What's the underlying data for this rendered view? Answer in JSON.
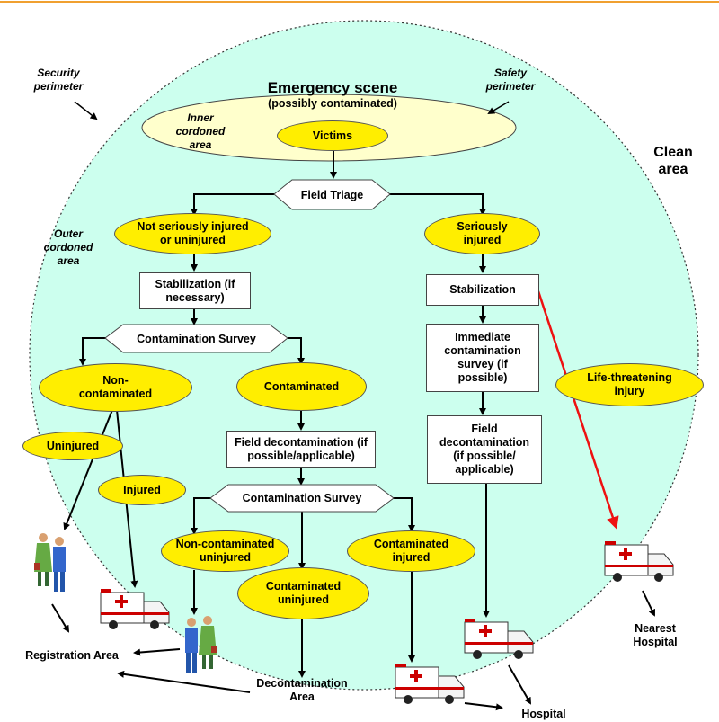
{
  "scene": {
    "title": "Emergency scene",
    "subtitle": "(possibly contaminated)",
    "inner_cordon": "Inner cordoned area",
    "outer_cordon": "Outer cordoned area",
    "security_perimeter": "Security perimeter",
    "safety_perimeter": "Safety perimeter",
    "clean_area": "Clean area"
  },
  "nodes": {
    "victims": "Victims",
    "field_triage": "Field Triage",
    "not_seriously": "Not seriously injured or uninjured",
    "seriously": "Seriously injured",
    "stabilization_if": "Stabilization (if necessary)",
    "stabilization": "Stabilization",
    "contamination_survey_1": "Contamination Survey",
    "immediate_survey": "Immediate contamination survey (if possible)",
    "non_contaminated": "Non-contaminated",
    "contaminated": "Contaminated",
    "life_threatening": "Life-threatening injury",
    "uninjured": "Uninjured",
    "injured": "Injured",
    "field_decon_left": "Field decontamination (if possible/applicable)",
    "field_decon_right": "Field decontamination (if possible/ applicable)",
    "contamination_survey_2": "Contamination Survey",
    "noncont_uninjured": "Non-contaminated uninjured",
    "cont_uninjured": "Contaminated uninjured",
    "cont_injured": "Contaminated injured"
  },
  "destinations": {
    "registration": "Registration Area",
    "decon_area": "Decontamination Area",
    "hospital": "Hospital",
    "nearest_hospital": "Nearest Hospital"
  },
  "colors": {
    "clean_zone": "#ccffee",
    "node_fill": "#ffee00",
    "highlight_arrow": "#ee1111",
    "top_rule": "#f0a030"
  }
}
